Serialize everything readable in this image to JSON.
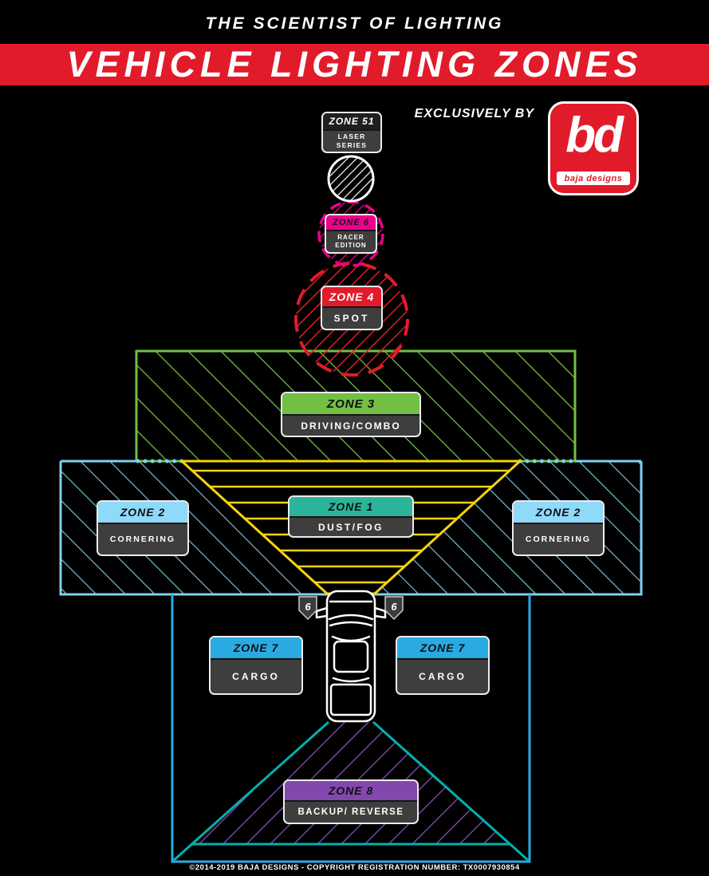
{
  "header": {
    "tagline": "THE SCIENTIST OF LIGHTING",
    "banner_title": "VEHICLE LIGHTING ZONES",
    "exclusively_by": "EXCLUSIVELY BY",
    "logo_monogram": "bd",
    "logo_name": "baja designs"
  },
  "zones": {
    "zone51": {
      "title": "ZONE 51",
      "subtitle": "LASER SERIES",
      "color": "#ffffff"
    },
    "zone6": {
      "title": "ZONE 6",
      "subtitle": "RACER EDITION",
      "color": "#ec008c",
      "badge": "6"
    },
    "zone4": {
      "title": "ZONE 4",
      "subtitle": "SPOT",
      "color": "#e11b2a"
    },
    "zone3": {
      "title": "ZONE 3",
      "subtitle": "DRIVING/COMBO",
      "color": "#72bf44"
    },
    "zone1": {
      "title": "ZONE 1",
      "subtitle": "DUST/FOG",
      "color": "#2bb49a",
      "beam_color": "#f5d40e"
    },
    "zone2": {
      "title": "ZONE 2",
      "subtitle": "CORNERING",
      "color": "#8fd9f9"
    },
    "zone7": {
      "title": "ZONE 7",
      "subtitle": "CARGO",
      "color": "#29abe2"
    },
    "zone8": {
      "title": "ZONE 8",
      "subtitle": "BACKUP/ REVERSE",
      "color": "#8347ad",
      "outline_color": "#00b1b0"
    }
  },
  "footer": {
    "copyright": "©2014-2019 BAJA DESIGNS - COPYRIGHT REGISTRATION NUMBER: TX0007930854"
  }
}
